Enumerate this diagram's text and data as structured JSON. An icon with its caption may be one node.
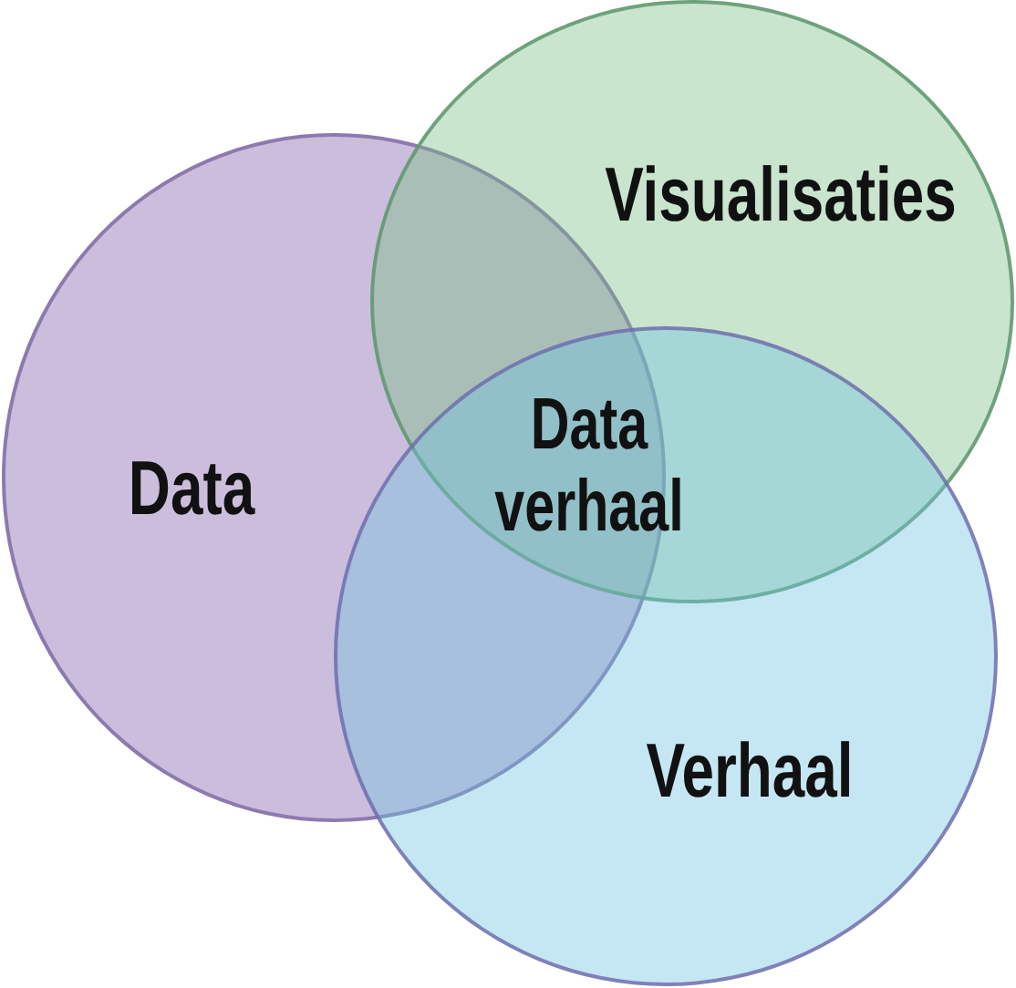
{
  "diagram": {
    "nodes": [
      {
        "text": [
          "Visualisaties"
        ]
      },
      {
        "text": [
          "Data"
        ]
      },
      {
        "text": [
          "Verhaal"
        ]
      }
    ],
    "labels": [
      "Data verhaal"
    ]
  }
}
